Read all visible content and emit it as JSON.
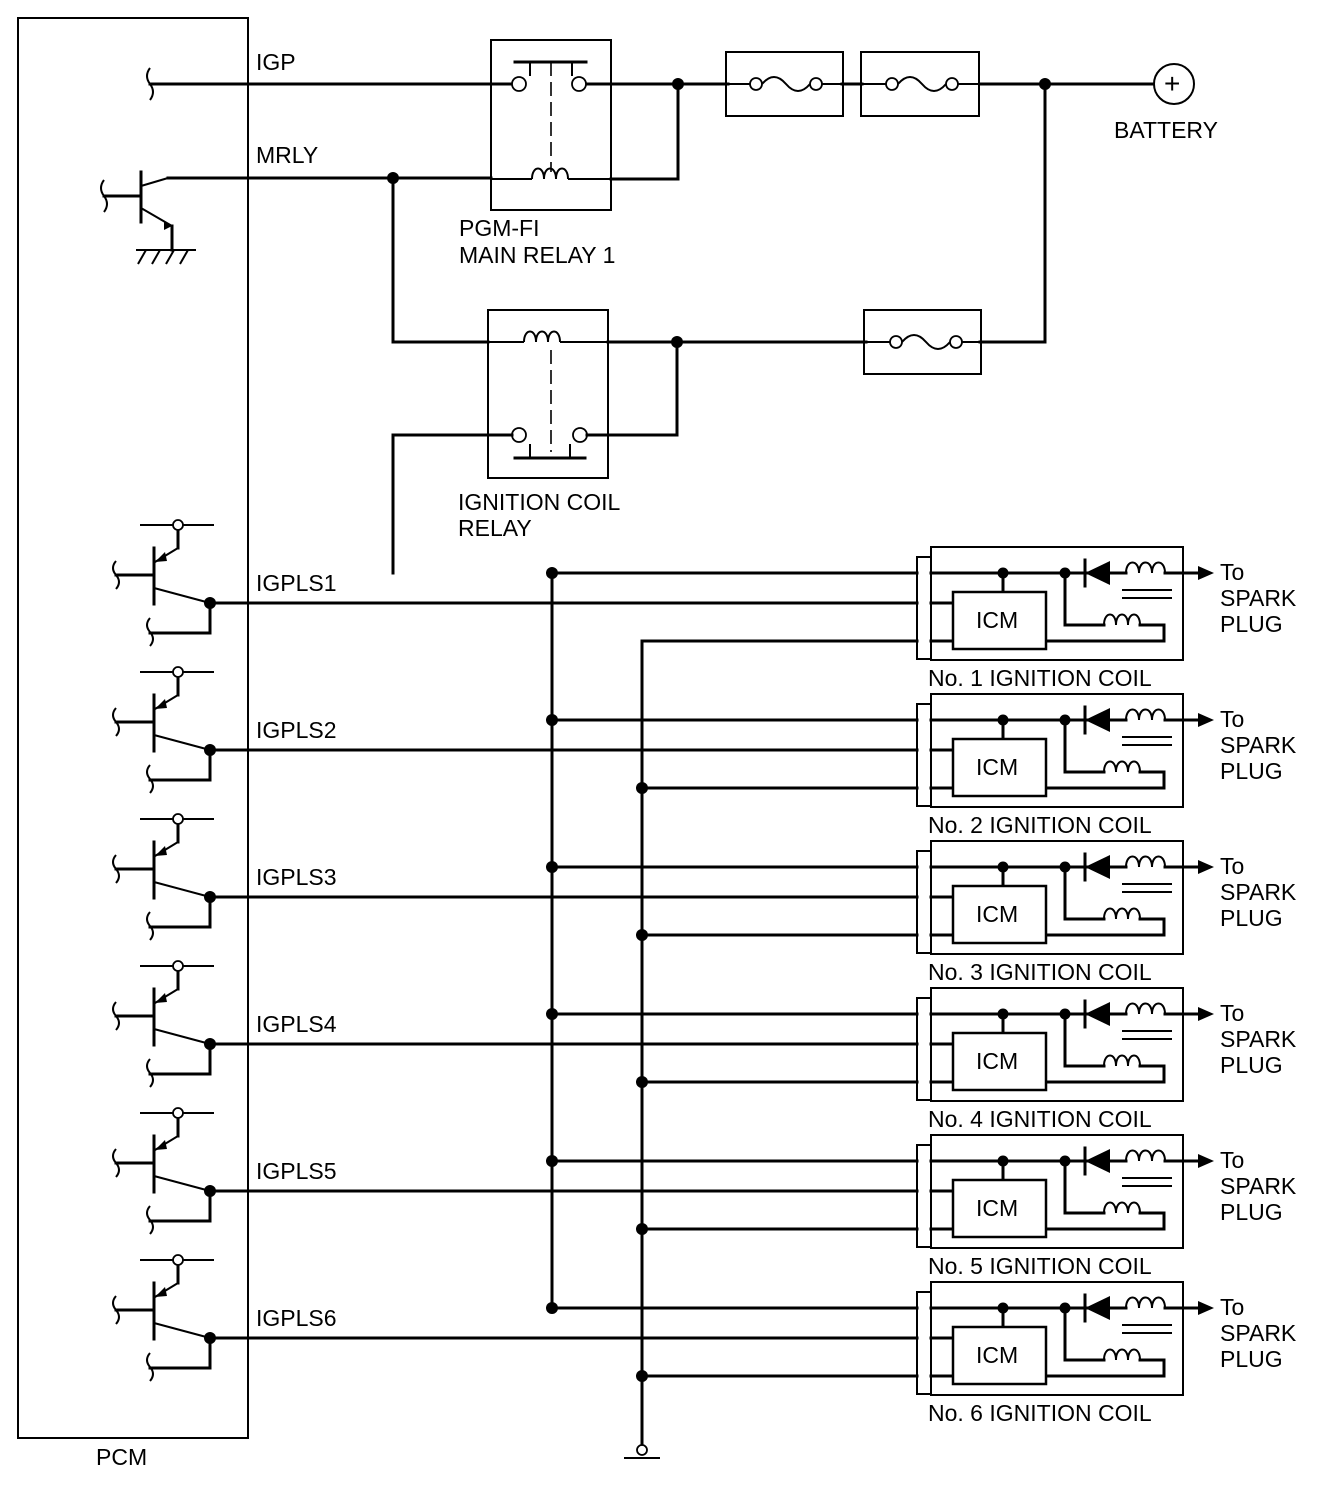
{
  "pcm": {
    "label": "PCM"
  },
  "signals": {
    "igp": "IGP",
    "mrly": "MRLY",
    "igpls": [
      "IGPLS1",
      "IGPLS2",
      "IGPLS3",
      "IGPLS4",
      "IGPLS5",
      "IGPLS6"
    ]
  },
  "battery": {
    "label": "BATTERY",
    "symbol": "+"
  },
  "main_relay": {
    "line1": "PGM-FI",
    "line2": "MAIN RELAY 1"
  },
  "coil_relay": {
    "line1": "IGNITION COIL",
    "line2": "RELAY"
  },
  "coils": [
    {
      "name": "No. 1 IGNITION COIL",
      "module": "ICM"
    },
    {
      "name": "No. 2 IGNITION COIL",
      "module": "ICM"
    },
    {
      "name": "No. 3 IGNITION COIL",
      "module": "ICM"
    },
    {
      "name": "No. 4 IGNITION COIL",
      "module": "ICM"
    },
    {
      "name": "No. 5 IGNITION COIL",
      "module": "ICM"
    },
    {
      "name": "No. 6 IGNITION COIL",
      "module": "ICM"
    }
  ],
  "spark_plug": {
    "line1": "To",
    "line2": "SPARK",
    "line3": "PLUG"
  },
  "icons": [
    "ground-icon",
    "fuse-icon",
    "relay-coil-icon",
    "relay-switch-icon",
    "transistor-icon",
    "diode-icon",
    "inductor-icon",
    "arrow-icon",
    "battery-icon",
    "connector-icon"
  ]
}
